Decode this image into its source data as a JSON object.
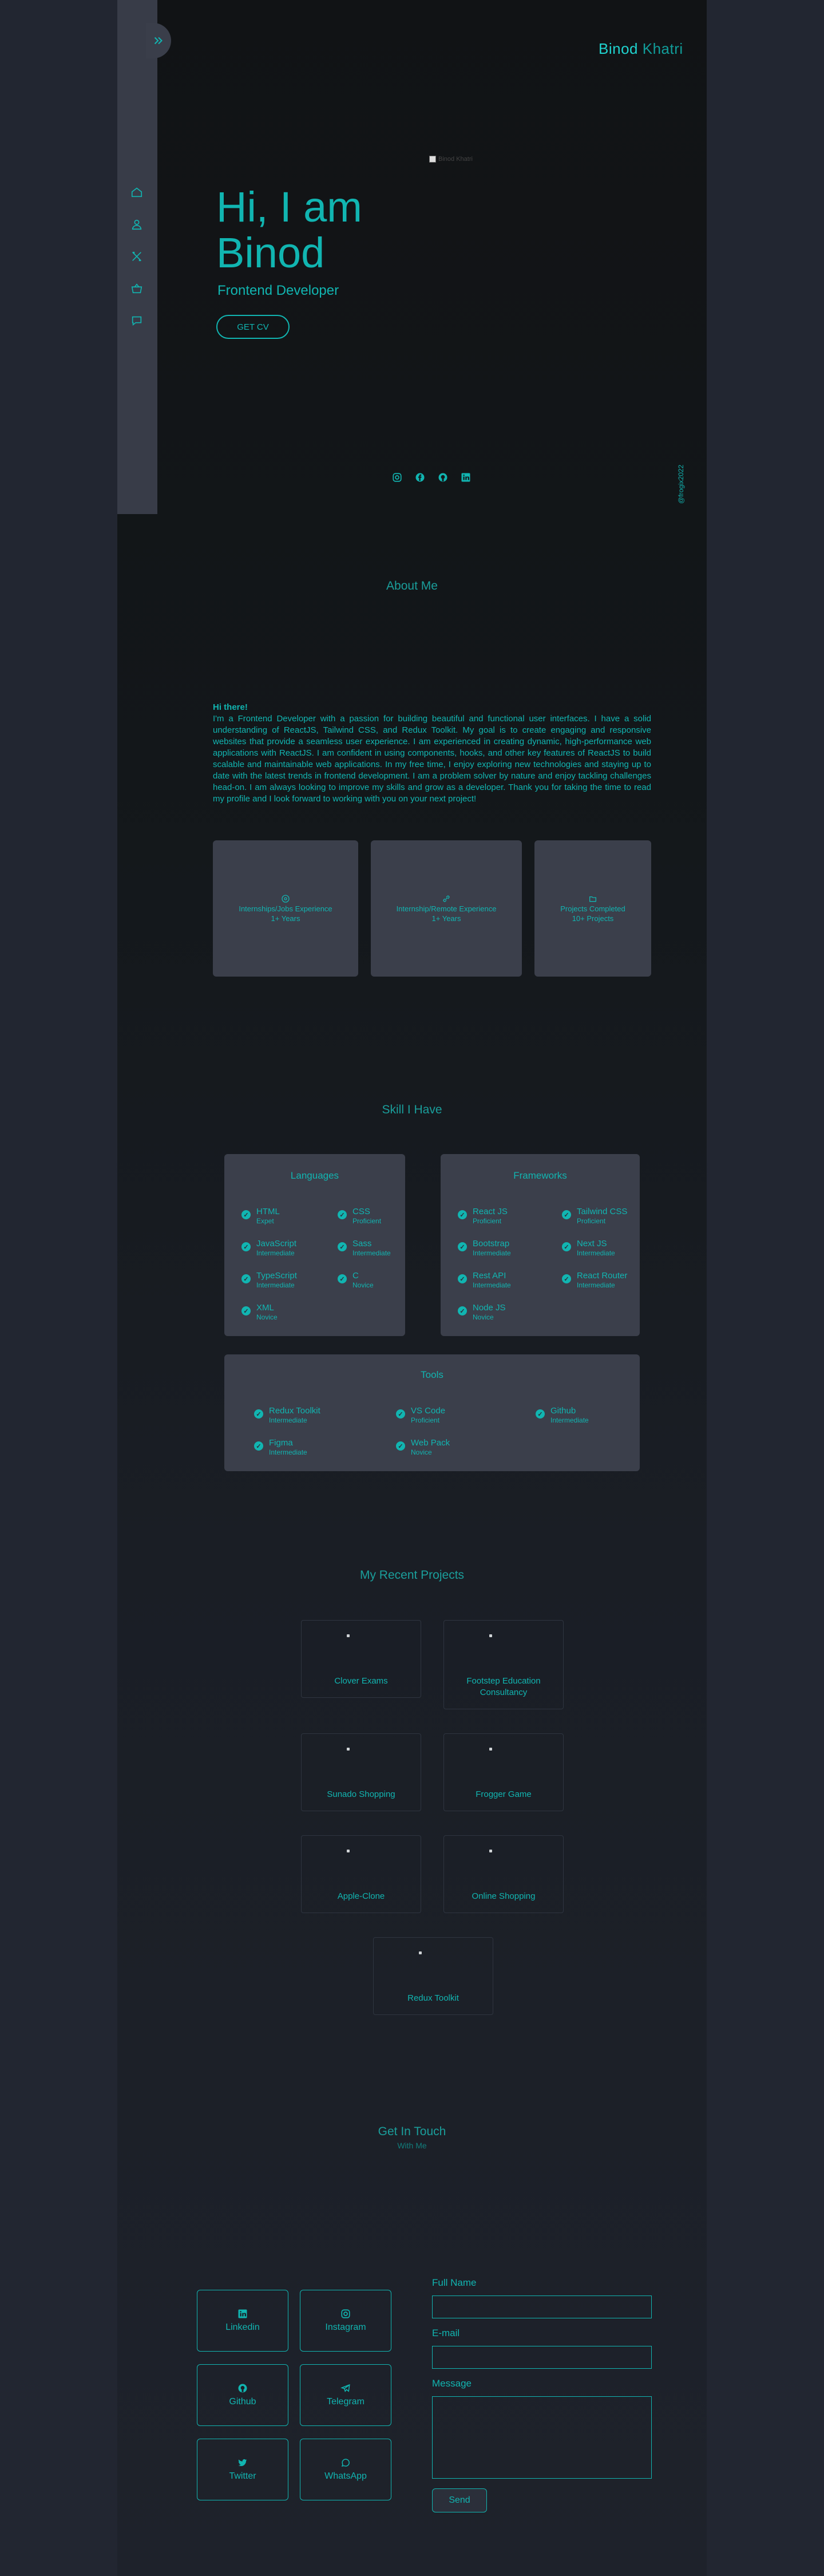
{
  "brand": {
    "first": "Binod",
    "last": "Khatri"
  },
  "hero": {
    "image_alt": "Binod Khatri",
    "greeting": "Hi, I am",
    "name": "Binod",
    "subtitle": "Frontend Developer",
    "cv_button": "GET CV",
    "vertical_handle": "@frogix2022"
  },
  "sidebar": {
    "items": [
      "home-icon",
      "user-icon",
      "skills-icon",
      "projects-icon",
      "contact-icon"
    ]
  },
  "socials": [
    "instagram-icon",
    "facebook-icon",
    "github-icon",
    "linkedin-icon"
  ],
  "about": {
    "title": "About Me",
    "greeting": "Hi there!",
    "text": "I'm a Frontend Developer with a passion for building beautiful and functional user interfaces. I have a solid understanding of ReactJS, Tailwind CSS, and Redux Toolkit. My goal is to create engaging and responsive websites that provide a seamless user experience. I am experienced in creating dynamic, high-performance web applications with ReactJS. I am confident in using components, hooks, and other key features of ReactJS to build scalable and maintainable web applications. In my free time, I enjoy exploring new technologies and staying up to date with the latest trends in frontend development. I am a problem solver by nature and enjoy tackling challenges head-on. I am always looking to improve my skills and grow as a developer. Thank you for taking the time to read my profile and I look forward to working with you on your next project!",
    "cards": [
      {
        "label": "Internships/Jobs Experience",
        "value": "1+ Years"
      },
      {
        "label": "Internship/Remote Experience",
        "value": "1+ Years"
      },
      {
        "label": "Projects Completed",
        "value": "10+ Projects"
      }
    ]
  },
  "skills": {
    "title": "Skill I Have",
    "languages": {
      "title": "Languages",
      "items": [
        {
          "name": "HTML",
          "level": "Expet"
        },
        {
          "name": "CSS",
          "level": "Proficient"
        },
        {
          "name": "JavaScript",
          "level": "Intermediate"
        },
        {
          "name": "Sass",
          "level": "Intermediate"
        },
        {
          "name": "TypeScript",
          "level": "Intermediate"
        },
        {
          "name": "C",
          "level": "Novice"
        },
        {
          "name": "XML",
          "level": "Novice"
        }
      ]
    },
    "frameworks": {
      "title": "Frameworks",
      "items": [
        {
          "name": "React JS",
          "level": "Proficient"
        },
        {
          "name": "Tailwind CSS",
          "level": "Proficient"
        },
        {
          "name": "Bootstrap",
          "level": "Intermediate"
        },
        {
          "name": "Next JS",
          "level": "Intermediate"
        },
        {
          "name": "Rest API",
          "level": "Intermediate"
        },
        {
          "name": "React Router",
          "level": "Intermediate"
        },
        {
          "name": "Node JS",
          "level": "Novice"
        }
      ]
    },
    "tools": {
      "title": "Tools",
      "items": [
        {
          "name": "Redux Toolkit",
          "level": "Intermediate"
        },
        {
          "name": "VS Code",
          "level": "Proficient"
        },
        {
          "name": "Github",
          "level": "Intermediate"
        },
        {
          "name": "Figma",
          "level": "Intermediate"
        },
        {
          "name": "Web Pack",
          "level": "Novice"
        }
      ]
    }
  },
  "projects": {
    "title": "My Recent Projects",
    "items": [
      "Clover Exams",
      "Footstep Education Consultancy",
      "Sunado Shopping",
      "Frogger Game",
      "Apple-Clone",
      "Online Shopping",
      "Redux Toolkit"
    ]
  },
  "contact": {
    "title": "Get In Touch",
    "subtitle": "With Me",
    "cards": [
      {
        "label": "Linkedin",
        "icon": "linkedin-icon"
      },
      {
        "label": "Instagram",
        "icon": "instagram-icon"
      },
      {
        "label": "Github",
        "icon": "github-icon"
      },
      {
        "label": "Telegram",
        "icon": "telegram-icon"
      },
      {
        "label": "Twitter",
        "icon": "twitter-icon"
      },
      {
        "label": "WhatsApp",
        "icon": "whatsapp-icon"
      }
    ],
    "form": {
      "name_label": "Full Name",
      "email_label": "E-mail",
      "message_label": "Message",
      "send": "Send"
    }
  },
  "colors": {
    "accent": "#11b5b1",
    "card_bg": "#3b3f4b",
    "page_bg": "#222631"
  }
}
